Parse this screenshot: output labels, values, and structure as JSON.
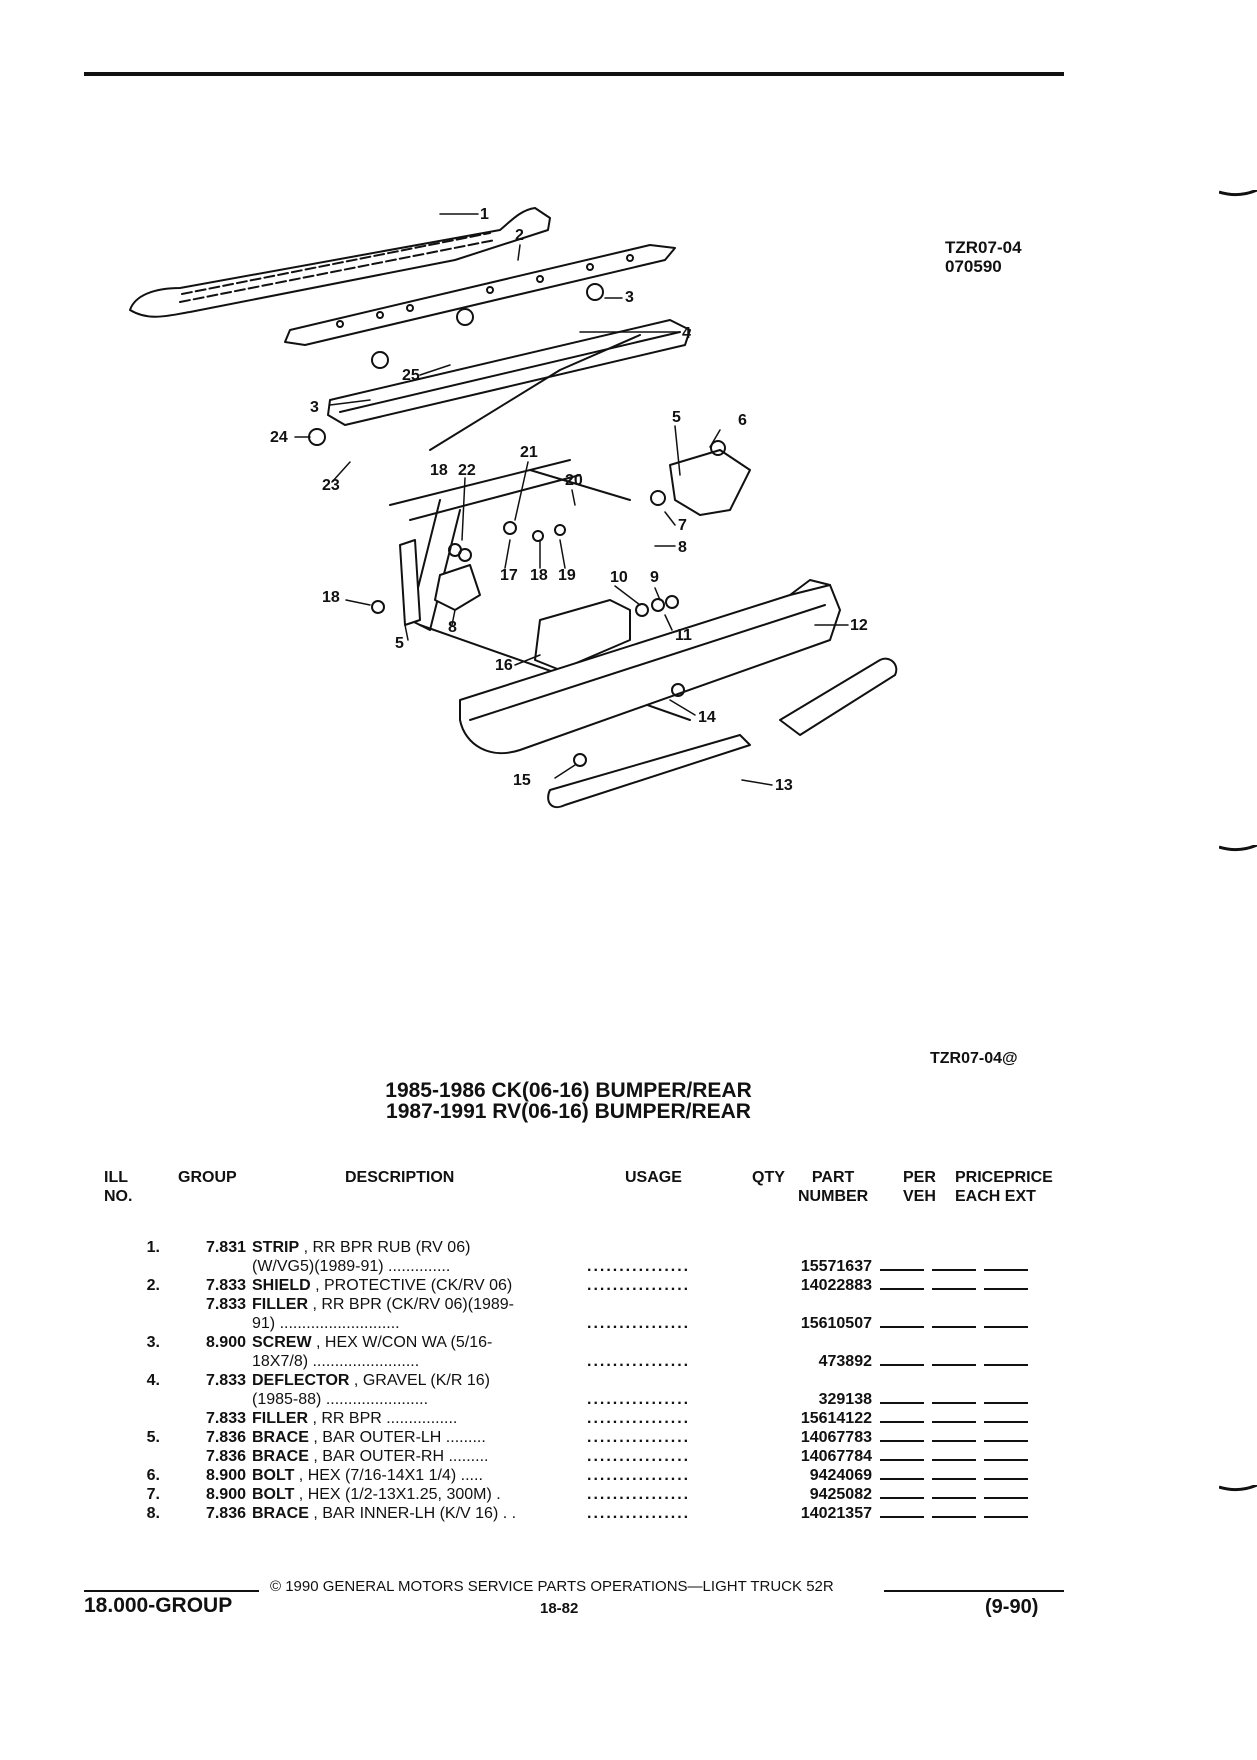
{
  "figure": {
    "id": "TZR07-04",
    "date_code": "070590",
    "reference": "TZR07-04@",
    "callouts": [
      "1",
      "2",
      "3",
      "4",
      "5",
      "6",
      "7",
      "8",
      "9",
      "10",
      "11",
      "12",
      "13",
      "14",
      "15",
      "16",
      "17",
      "18",
      "19",
      "20",
      "21",
      "22",
      "23",
      "24",
      "25"
    ]
  },
  "titles": {
    "line1": "1985-1986 CK(06-16) BUMPER/REAR",
    "line2": "1987-1991 RV(06-16) BUMPER/REAR"
  },
  "headers": {
    "ill_1": "ILL",
    "ill_2": "NO.",
    "group": "GROUP",
    "description": "DESCRIPTION",
    "usage": "USAGE",
    "qty": "QTY",
    "part_1": "PART",
    "part_2": "NUMBER",
    "per_1": "PER",
    "per_2": "VEH",
    "price_1": "PRICEPRICE",
    "price_2": "EACH EXT"
  },
  "rows": [
    {
      "ill": "1.",
      "group": "7.831",
      "name": "STRIP",
      "desc": " , RR BPR RUB (RV 06)",
      "usage": "",
      "part": ""
    },
    {
      "ill": "",
      "group": "",
      "name": "",
      "desc": "(W/VG5)(1989-91) ..............",
      "usage": "................",
      "part": "15571637",
      "blanks": true
    },
    {
      "ill": "2.",
      "group": "7.833",
      "name": "SHIELD",
      "desc": " , PROTECTIVE (CK/RV 06)",
      "usage": "................",
      "part": "14022883",
      "blanks": true
    },
    {
      "ill": "",
      "group": "7.833",
      "name": "FILLER",
      "desc": " , RR BPR (CK/RV 06)(1989-",
      "usage": "",
      "part": ""
    },
    {
      "ill": "",
      "group": "",
      "name": "",
      "desc": "91) ...........................",
      "usage": "................",
      "part": "15610507",
      "blanks": true
    },
    {
      "ill": "3.",
      "group": "8.900",
      "name": "SCREW",
      "desc": " , HEX W/CON WA (5/16-",
      "usage": "",
      "part": ""
    },
    {
      "ill": "",
      "group": "",
      "name": "",
      "desc": "18X7/8) ........................",
      "usage": "................",
      "part": "473892",
      "blanks": true
    },
    {
      "ill": "4.",
      "group": "7.833",
      "name": "DEFLECTOR",
      "desc": " , GRAVEL (K/R 16)",
      "usage": "",
      "part": ""
    },
    {
      "ill": "",
      "group": "",
      "name": "",
      "desc": "(1985-88) .......................",
      "usage": "................",
      "part": "329138",
      "blanks": true
    },
    {
      "ill": "",
      "group": "7.833",
      "name": "FILLER",
      "desc": " , RR BPR ................",
      "usage": "................",
      "part": "15614122",
      "blanks": true
    },
    {
      "ill": "5.",
      "group": "7.836",
      "name": "BRACE",
      "desc": " , BAR OUTER-LH .........",
      "usage": "................",
      "part": "14067783",
      "blanks": true
    },
    {
      "ill": "",
      "group": "7.836",
      "name": "BRACE",
      "desc": " , BAR OUTER-RH .........",
      "usage": "................",
      "part": "14067784",
      "blanks": true
    },
    {
      "ill": "6.",
      "group": "8.900",
      "name": "BOLT",
      "desc": " , HEX (7/16-14X1 1/4) .....",
      "usage": "................",
      "part": "9424069",
      "blanks": true
    },
    {
      "ill": "7.",
      "group": "8.900",
      "name": "BOLT",
      "desc": " , HEX (1/2-13X1.25, 300M) .",
      "usage": "................",
      "part": "9425082",
      "blanks": true
    },
    {
      "ill": "8.",
      "group": "7.836",
      "name": "BRACE",
      "desc": " , BAR INNER-LH (K/V 16) . .",
      "usage": "................",
      "part": "14021357",
      "blanks": true
    }
  ],
  "footer": {
    "copyright": "© 1990 GENERAL MOTORS SERVICE PARTS OPERATIONS—LIGHT TRUCK 52R",
    "group": "18.000-GROUP",
    "page": "18-82",
    "date": "(9-90)"
  }
}
